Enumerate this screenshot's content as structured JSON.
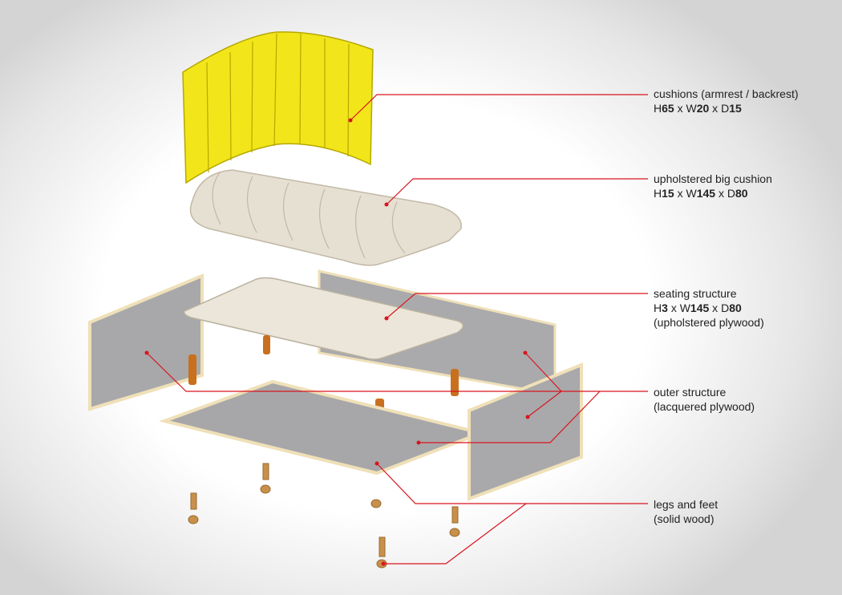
{
  "colors": {
    "leader": "#d9141e",
    "cushion": "#f2e61a",
    "panel": "#a9a9ab",
    "plywood_edge": "#efe0b8",
    "upholstery": "#e8e2d6",
    "wood": "#c8701e"
  },
  "separator": "x",
  "labels": [
    {
      "name": "cushions (armrest / backrest)",
      "dims": [
        {
          "p": "H",
          "v": "65"
        },
        {
          "p": "W",
          "v": "20"
        },
        {
          "p": "D",
          "v": "15"
        }
      ]
    },
    {
      "name": "upholstered big cushion",
      "dims": [
        {
          "p": "H",
          "v": "15"
        },
        {
          "p": "W",
          "v": "145"
        },
        {
          "p": "D",
          "v": "80"
        }
      ]
    },
    {
      "name": "seating structure",
      "dims": [
        {
          "p": "H",
          "v": "3"
        },
        {
          "p": "W",
          "v": "145"
        },
        {
          "p": "D",
          "v": "80"
        }
      ],
      "note": "(upholstered plywood)"
    },
    {
      "name": "outer structure",
      "note": "(lacquered plywood)"
    },
    {
      "name": "legs and feet",
      "note": "(solid wood)"
    }
  ]
}
